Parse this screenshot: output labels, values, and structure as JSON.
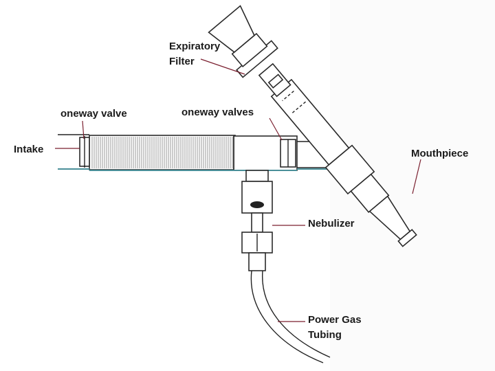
{
  "labels": {
    "expiratory_filter_line1": "Expiratory",
    "expiratory_filter_line2": "Filter",
    "oneway_valve": "oneway valve",
    "oneway_valves": "oneway valves",
    "intake": "Intake",
    "mouthpiece": "Mouthpiece",
    "nebulizer": "Nebulizer",
    "power_gas_line1": "Power Gas",
    "power_gas_line2": "Tubing"
  },
  "colors": {
    "outline": "#222222",
    "airflow_edge": "#4a8f99",
    "leader": "#7a1f2f"
  }
}
